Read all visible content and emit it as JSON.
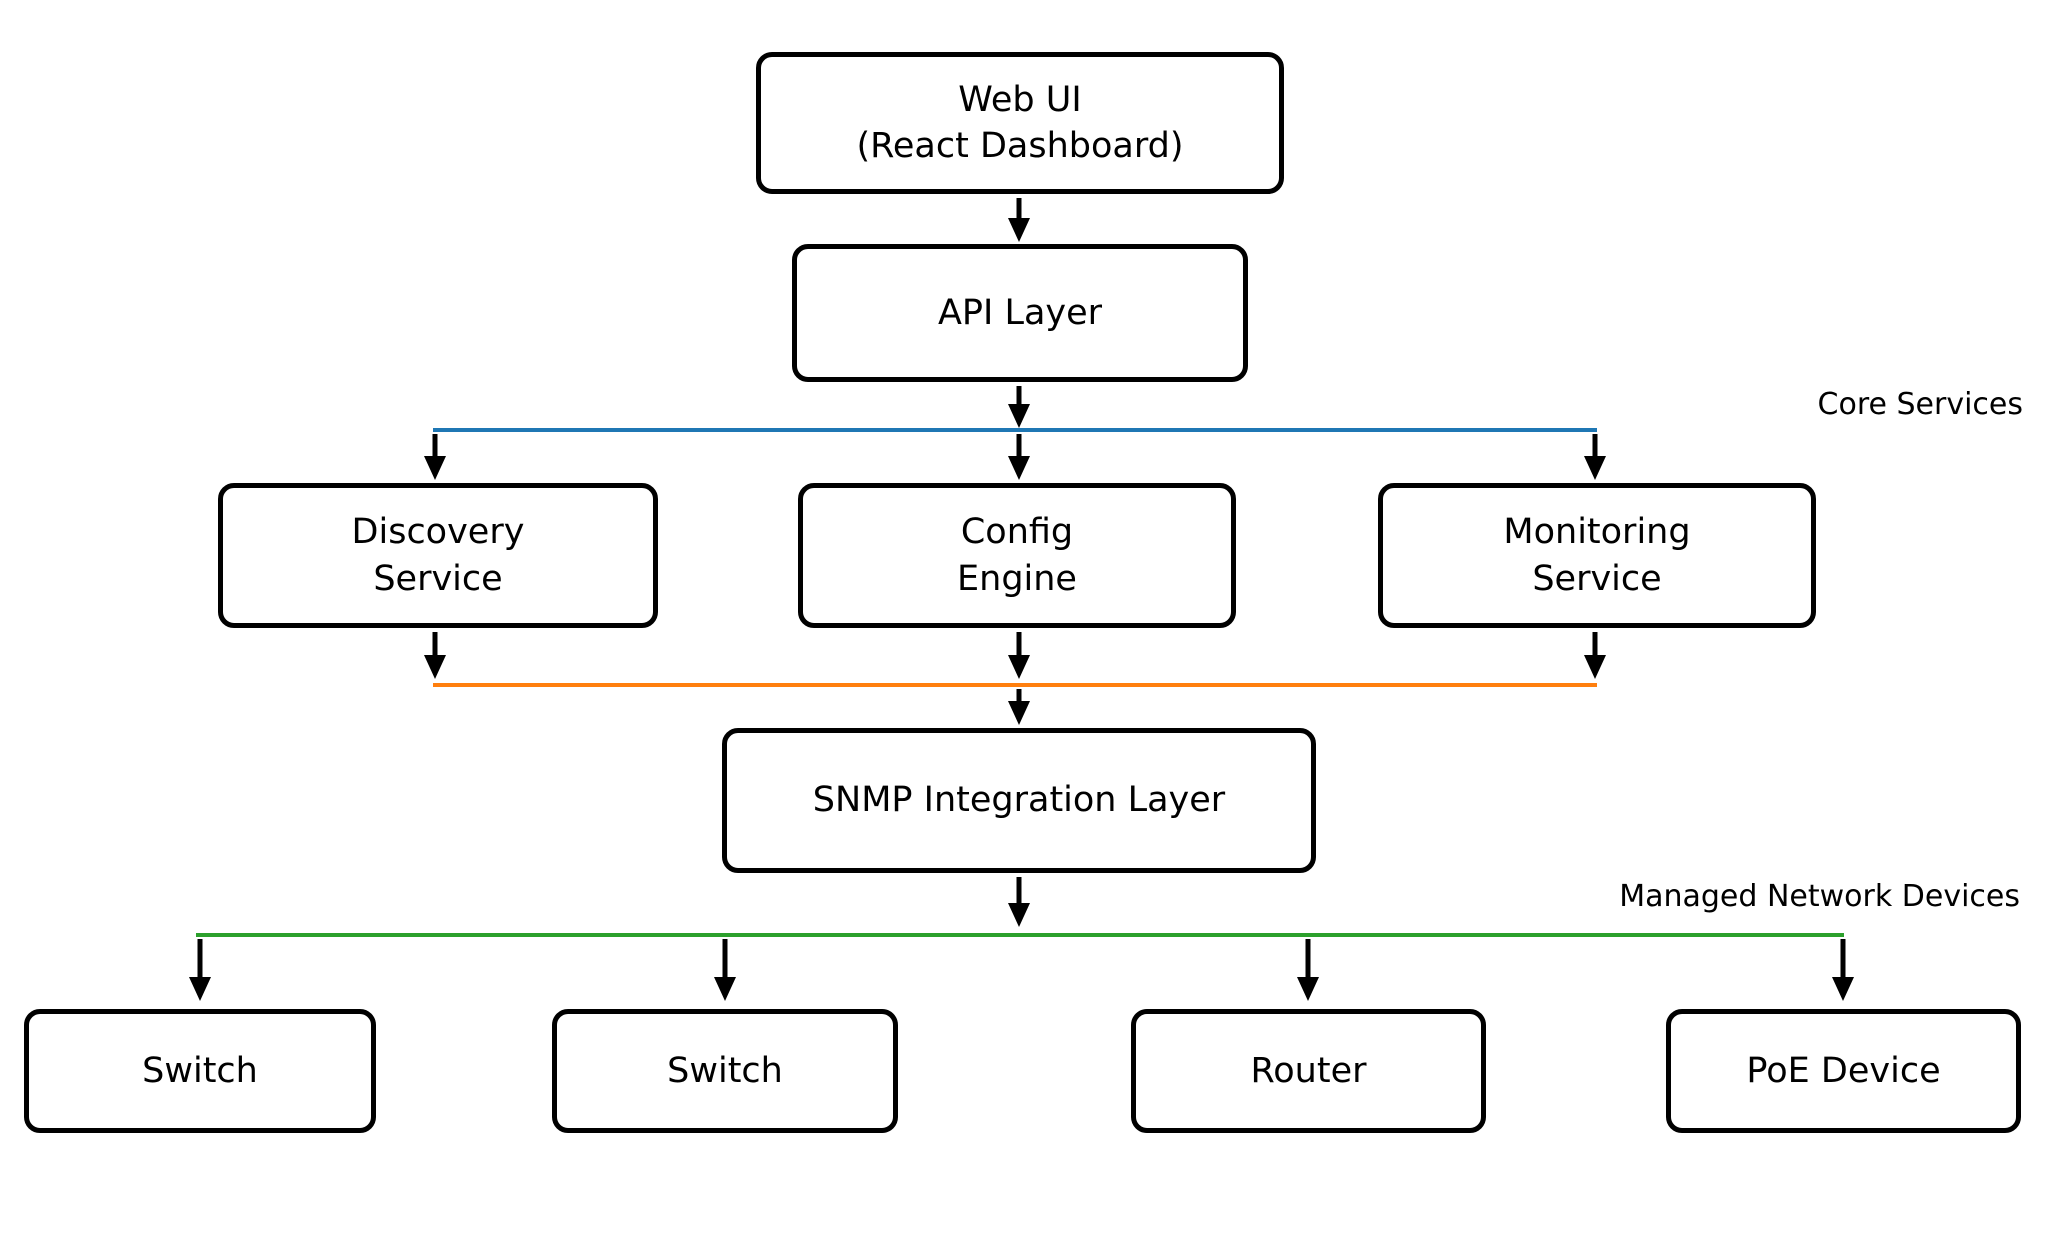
{
  "diagram_type": "architecture-flowchart",
  "nodes": {
    "web_ui": {
      "label": "Web UI\n(React Dashboard)"
    },
    "api_layer": {
      "label": "API Layer"
    },
    "discovery_service": {
      "label": "Discovery\nService"
    },
    "config_engine": {
      "label": "Config\nEngine"
    },
    "monitoring_service": {
      "label": "Monitoring\nService"
    },
    "snmp_integration_layer": {
      "label": "SNMP Integration Layer"
    },
    "switch_1": {
      "label": "Switch"
    },
    "switch_2": {
      "label": "Switch"
    },
    "router": {
      "label": "Router"
    },
    "poe_device": {
      "label": "PoE Device"
    }
  },
  "buses": {
    "core_services": {
      "label": "Core Services",
      "color": "#1f77b4"
    },
    "snmp_bus": {
      "color": "#ff7f0e"
    },
    "managed_devices": {
      "label": "Managed Network Devices",
      "color": "#2ca02c"
    }
  },
  "edges": [
    {
      "from": "web_ui",
      "to": "api_layer"
    },
    {
      "from": "api_layer",
      "to": "core_services_bus"
    },
    {
      "from": "core_services_bus",
      "to": "discovery_service"
    },
    {
      "from": "core_services_bus",
      "to": "config_engine"
    },
    {
      "from": "core_services_bus",
      "to": "monitoring_service"
    },
    {
      "from": "discovery_service",
      "to": "snmp_bus"
    },
    {
      "from": "config_engine",
      "to": "snmp_bus"
    },
    {
      "from": "monitoring_service",
      "to": "snmp_bus"
    },
    {
      "from": "snmp_bus",
      "to": "snmp_integration_layer"
    },
    {
      "from": "snmp_integration_layer",
      "to": "managed_devices_bus"
    },
    {
      "from": "managed_devices_bus",
      "to": "switch_1"
    },
    {
      "from": "managed_devices_bus",
      "to": "switch_2"
    },
    {
      "from": "managed_devices_bus",
      "to": "router"
    },
    {
      "from": "managed_devices_bus",
      "to": "poe_device"
    }
  ],
  "colors": {
    "node_border": "#000000",
    "node_fill": "#ffffff",
    "arrow": "#000000",
    "background": "#ffffff",
    "text": "#000000"
  }
}
